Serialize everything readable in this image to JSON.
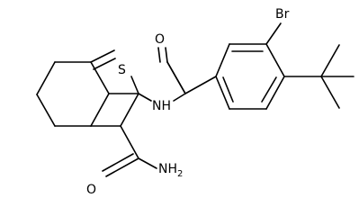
{
  "atoms": {
    "bromine": "Br",
    "carbonyl_oxygen_amide_linker": "O",
    "amide_nitrogen": "NH",
    "thiophene_sulfur": "S",
    "carboxamide_nitrogen": "NH",
    "carboxamide_nitrogen_subscript": "2",
    "carboxamide_oxygen": "O"
  }
}
